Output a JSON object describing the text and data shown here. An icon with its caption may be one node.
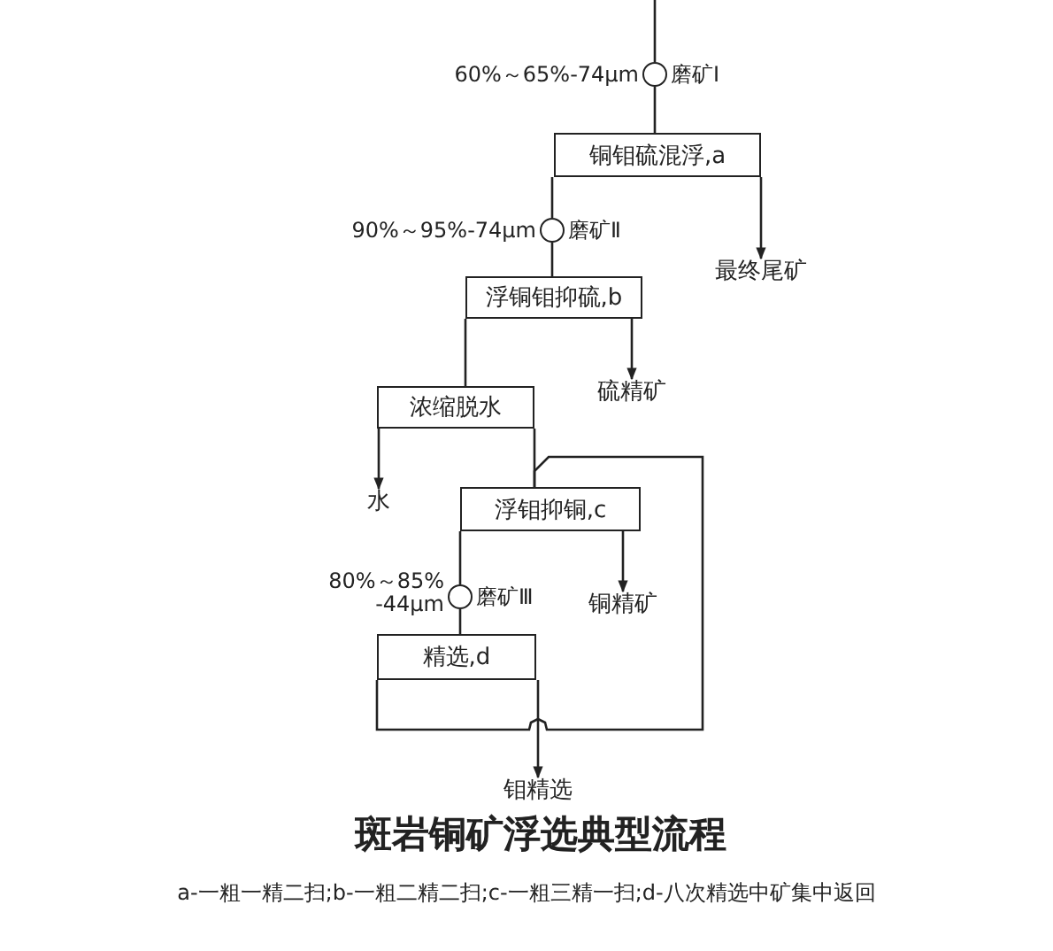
{
  "diagram": {
    "title": "斑岩铜矿浮选典型流程",
    "caption": "a-一粗一精二扫;b-一粗二精二扫;c-一粗三精一扫;d-八次精选中矿集中返回",
    "nodes": [
      {
        "text": [],
        "shape": "circle",
        "beside": [
          "60%～65%-74μm",
          "磨矿Ⅰ"
        ]
      },
      {
        "text": [
          "铜钼硫混浮,a"
        ]
      },
      {
        "text": [],
        "shape": "circle",
        "beside": [
          "90%～95%-74μm",
          "磨矿Ⅱ"
        ]
      },
      {
        "text": [
          "浮铜钼抑硫,b"
        ]
      },
      {
        "text": [
          "最终尾矿"
        ]
      },
      {
        "text": [
          "硫精矿"
        ]
      },
      {
        "text": [
          "浓缩脱水"
        ]
      },
      {
        "text": [
          "水"
        ]
      },
      {
        "text": [
          "浮钼抑铜,c"
        ]
      },
      {
        "text": [
          "铜精矿"
        ]
      },
      {
        "text": [],
        "shape": "circle",
        "beside": [
          "80%～85% -44μm",
          "磨矿Ⅲ"
        ]
      },
      {
        "text": [
          "精选,d"
        ]
      },
      {
        "text": [
          "钼精选"
        ]
      }
    ],
    "edges": [
      {
        "from": null,
        "to": 0,
        "arrow": "none"
      },
      {
        "from": 0,
        "to": 1,
        "arrow": "none"
      },
      {
        "from": 1,
        "to": 2,
        "arrow": "none"
      },
      {
        "from": 1,
        "to": 4,
        "arrow": "to"
      },
      {
        "from": 2,
        "to": 3,
        "arrow": "none"
      },
      {
        "from": 3,
        "to": 5,
        "arrow": "to"
      },
      {
        "from": 3,
        "to": 6,
        "arrow": "none"
      },
      {
        "from": 6,
        "to": 7,
        "arrow": "to"
      },
      {
        "from": 6,
        "to": 8,
        "arrow": "none"
      },
      {
        "from": 8,
        "to": 9,
        "arrow": "to"
      },
      {
        "from": 8,
        "to": 10,
        "arrow": "none"
      },
      {
        "from": 10,
        "to": 11,
        "arrow": "none"
      },
      {
        "from": 11,
        "to": 12,
        "arrow": "to"
      },
      {
        "from": 11,
        "to": 8,
        "arrow": "none"
      }
    ]
  }
}
